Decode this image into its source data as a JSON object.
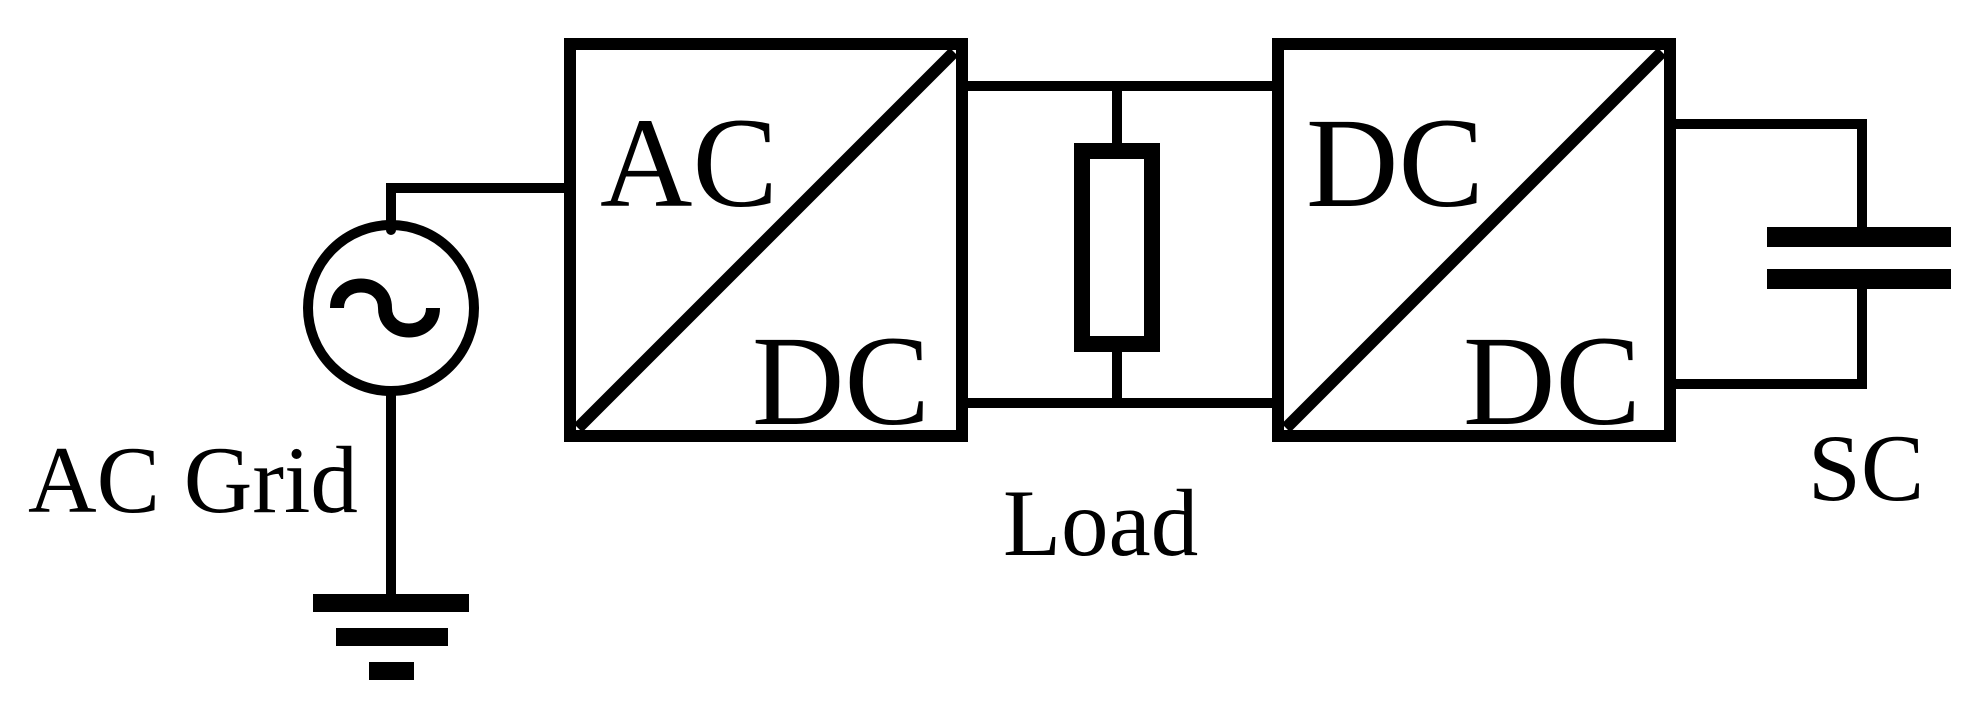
{
  "ac_grid": {
    "label": "AC Grid",
    "source_symbol": "sine-source-icon",
    "ground_symbol": "ground-icon"
  },
  "converter_1": {
    "top_label": "AC",
    "bottom_label": "DC"
  },
  "load": {
    "label": "Load",
    "symbol": "resistor-icon"
  },
  "converter_2": {
    "top_label": "DC",
    "bottom_label": "DC"
  },
  "supercapacitor": {
    "label": "SC",
    "symbol": "capacitor-icon"
  },
  "colors": {
    "line": "#000000",
    "background": "#ffffff"
  }
}
